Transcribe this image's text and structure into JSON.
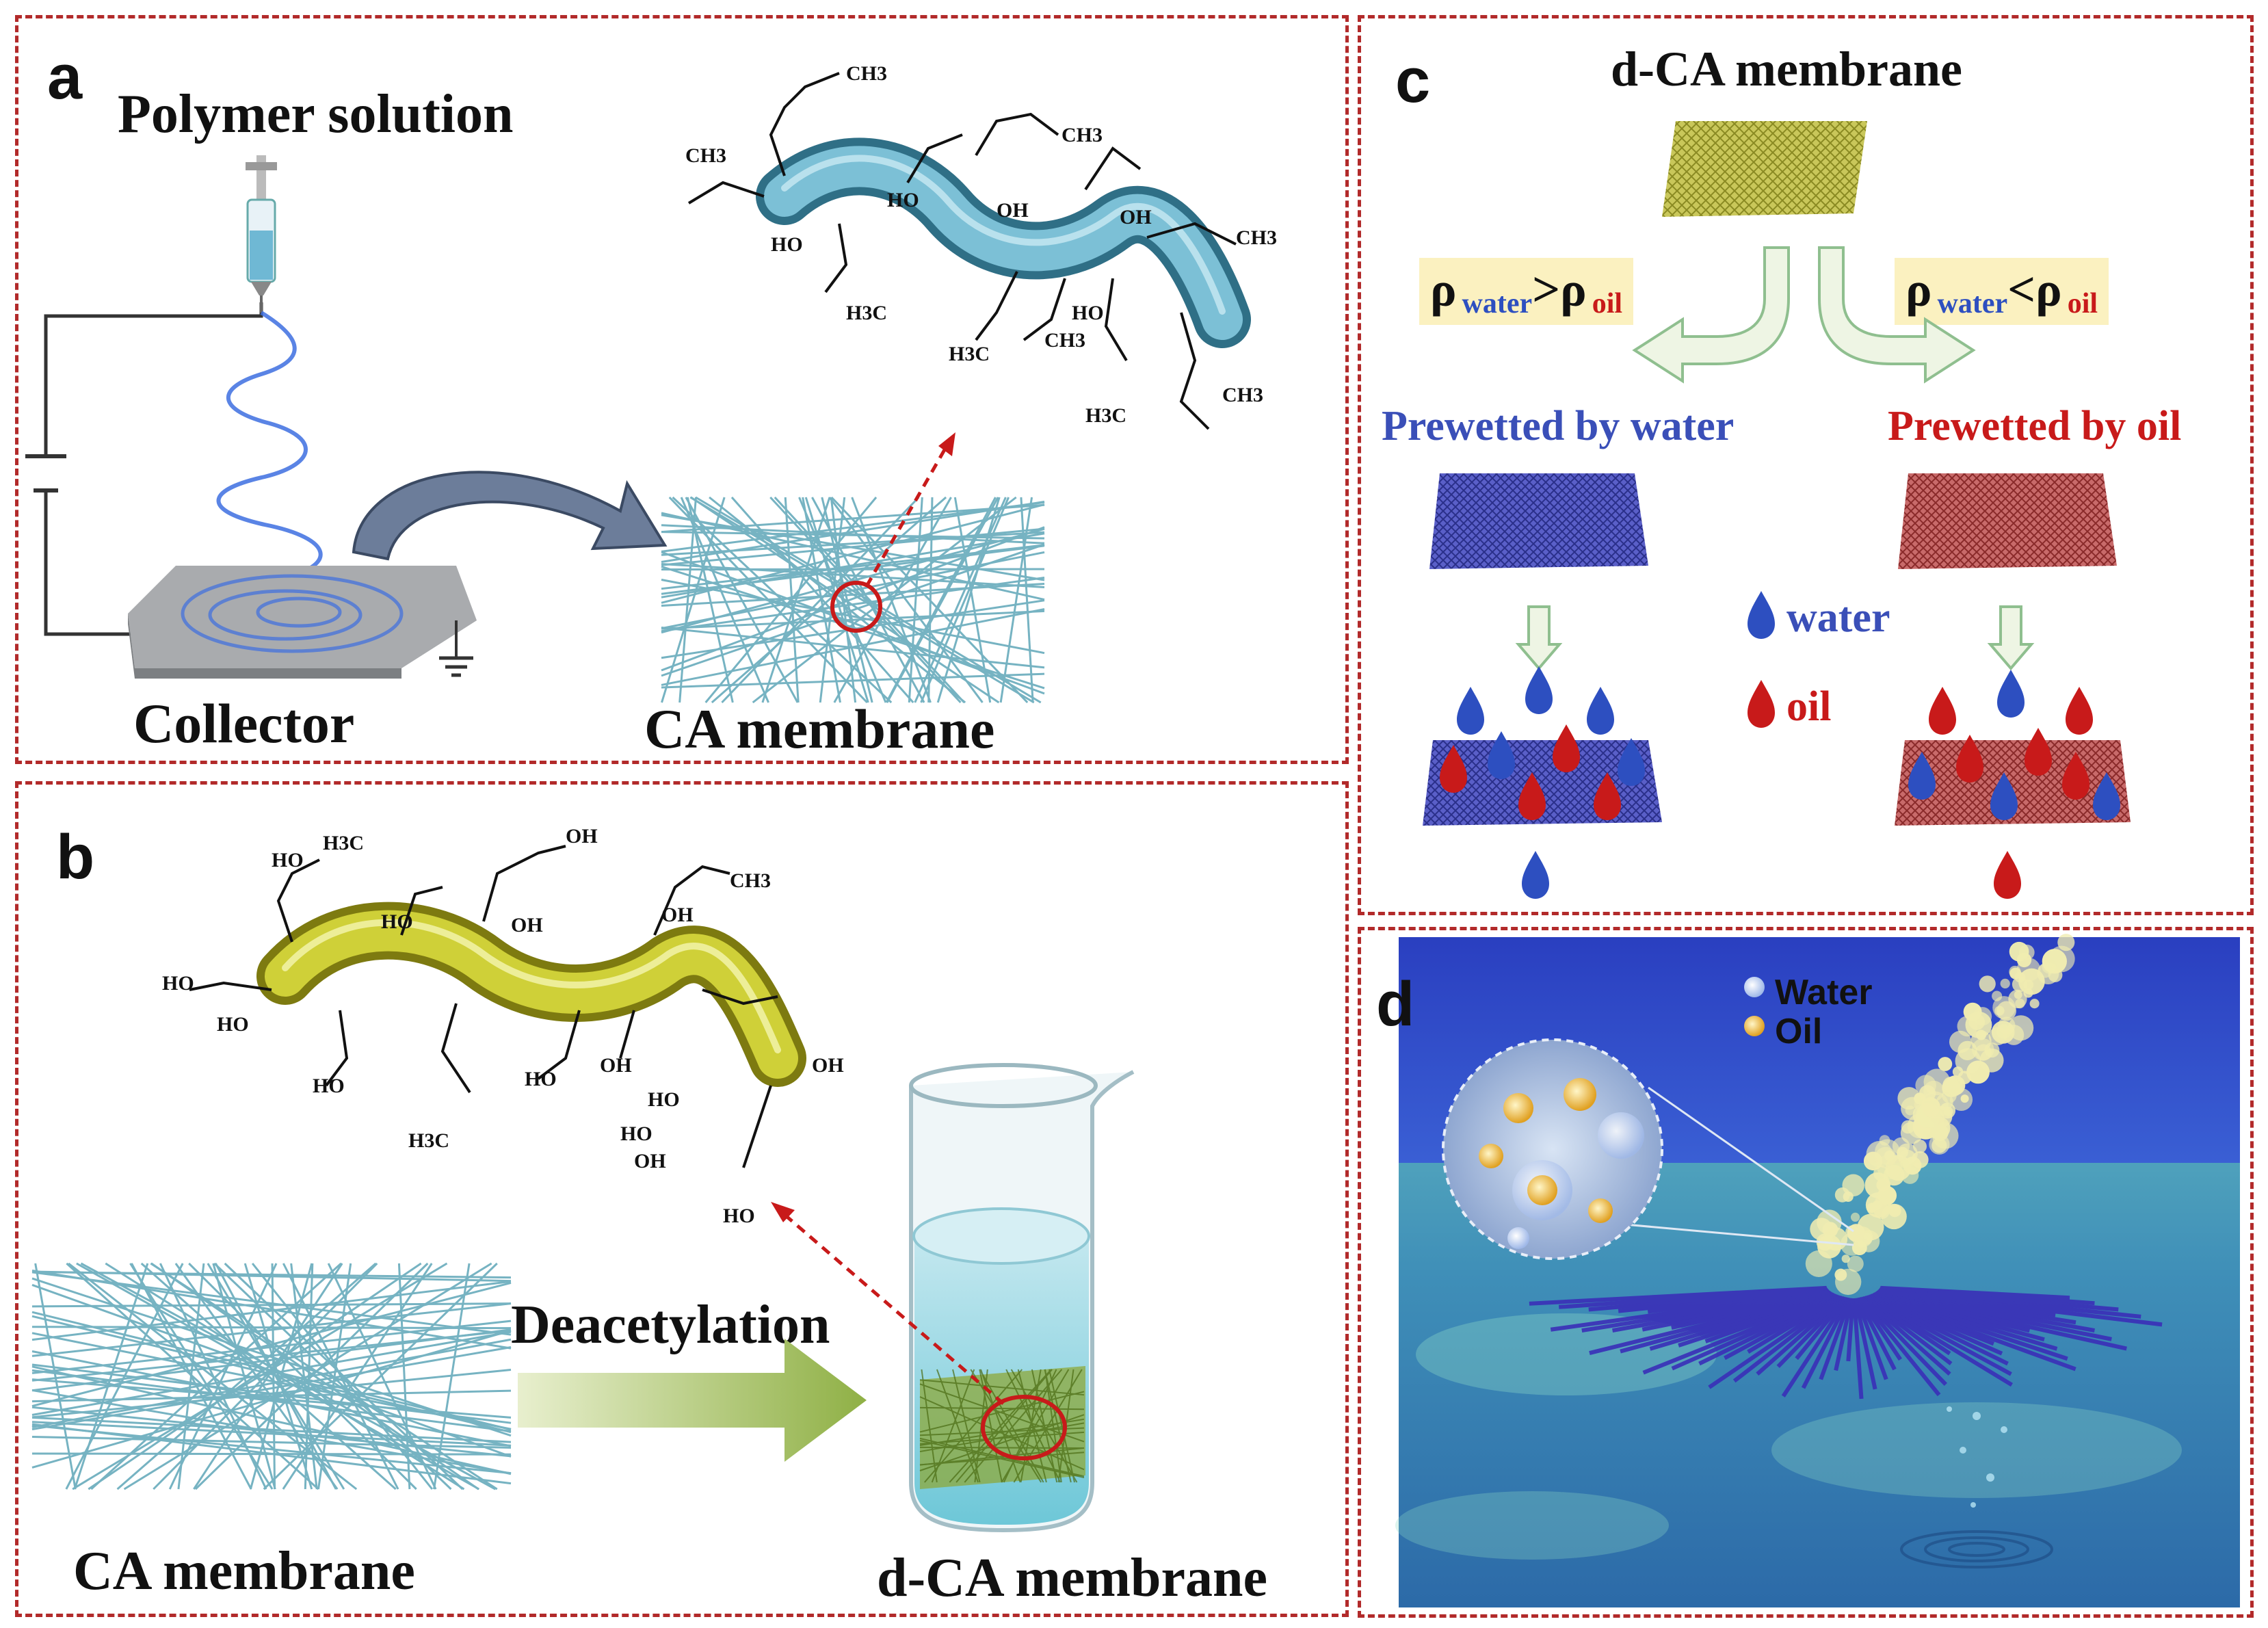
{
  "panel_a": {
    "letter": "a",
    "title": "Polymer  solution",
    "collector_label": "Collector",
    "membrane_label": "CA membrane",
    "groups": [
      "CH3",
      "CH3",
      "CH3",
      "CH3",
      "CH3",
      "CH3",
      "H3C",
      "H3C",
      "H3C",
      "OH",
      "OH",
      "HO",
      "HO",
      "HO"
    ]
  },
  "panel_b": {
    "letter": "b",
    "membrane_label": "CA membrane",
    "process_label": "Deacetylation",
    "product_label": "d-CA membrane",
    "groups": [
      "HO",
      "H3C",
      "OH",
      "HO",
      "HO",
      "HO",
      "OH",
      "HO",
      "OH",
      "HO",
      "OH",
      "CH3",
      "OH",
      "HO",
      "HO",
      "OH",
      "H3C",
      "HO"
    ]
  },
  "panel_c": {
    "letter": "c",
    "title": "d-CA membrane",
    "rho_left": {
      "rho": "ρ",
      "water": "water",
      "op": ">",
      "oil": "oil"
    },
    "rho_right": {
      "rho": "ρ",
      "water": "water",
      "op": "<",
      "oil": "oil"
    },
    "left_label": "Prewetted by water",
    "right_label": "Prewetted by oil",
    "legend_water": "water",
    "legend_oil": "oil"
  },
  "panel_d": {
    "letter": "d",
    "legend_water": "Water",
    "legend_oil": "Oil"
  },
  "colors": {
    "border": "#b22a2a",
    "water_blue": "#2d4fc0",
    "oil_red": "#c81a1a",
    "fiber": "#5fa6b8",
    "tube_a": "#5aa2b8",
    "tube_b": "#b8b32a"
  }
}
